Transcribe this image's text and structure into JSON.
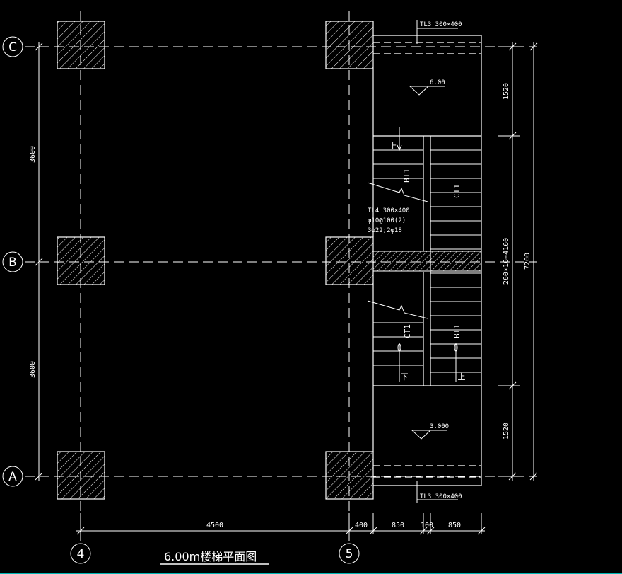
{
  "drawing": {
    "title": "6.00m楼梯平面图",
    "colors": {
      "background": "#000000",
      "lines": "#ffffff",
      "bottom_rule": "#00b4b4"
    }
  },
  "axes": {
    "rows": [
      "C",
      "B",
      "A"
    ],
    "cols": [
      "4",
      "5"
    ]
  },
  "dims": {
    "left_upper": "3600",
    "left_lower": "3600",
    "bottom": [
      "4500",
      "400",
      "850",
      "100",
      "850"
    ],
    "right_inner": [
      "1520",
      "260×16=4160",
      "1520"
    ],
    "right_outer": "7200"
  },
  "labels": {
    "beam_top": "TL3 300×400",
    "beam_bottom": "TL3 300×400",
    "beam_mid_line1": "TL4  300×400",
    "beam_mid_line2": "φ10@100(2)",
    "beam_mid_line3": "3φ22;2φ18",
    "level_upper": "6.00",
    "level_lower": "3.000",
    "up_1": "上",
    "up_2": "上",
    "down_1": "下",
    "bt_1": "BT1",
    "bt_2": "BT1",
    "ct_1": "CT1",
    "ct_2": "CT1"
  }
}
